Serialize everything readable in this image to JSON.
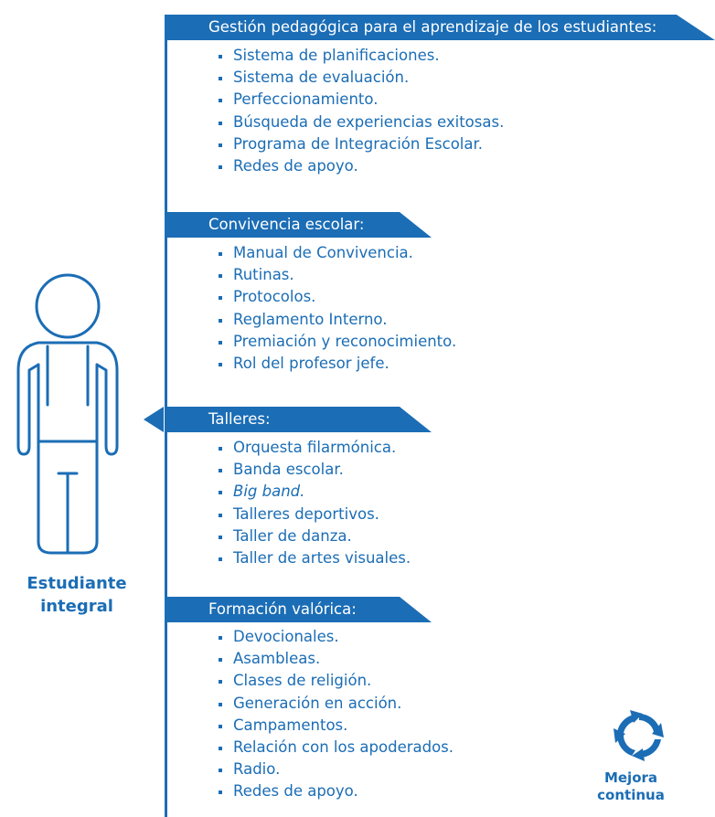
{
  "accent_color": "#1b6db5",
  "sections": [
    {
      "title": "Gestión pedagógica para el aprendizaje de los estudiantes:",
      "items": [
        "Sistema de planificaciones.",
        "Sistema de evaluación.",
        "Perfeccionamiento.",
        "Búsqueda de experiencias exitosas.",
        "Programa de Integración Escolar.",
        "Redes de apoyo."
      ]
    },
    {
      "title": "Convivencia escolar:",
      "items": [
        "Manual de Convivencia.",
        "Rutinas.",
        "Protocolos.",
        "Reglamento Interno.",
        "Premiación y reconocimiento.",
        "Rol del profesor jefe."
      ]
    },
    {
      "title": "Talleres:",
      "items": [
        "Orquesta filarmónica.",
        "Banda escolar.",
        "Big band.",
        "Talleres deportivos.",
        "Taller de danza.",
        "Taller de artes visuales."
      ]
    },
    {
      "title": "Formación valórica:",
      "items": [
        "Devocionales.",
        "Asambleas.",
        "Clases de religión.",
        "Generación en acción.",
        "Campamentos.",
        "Relación con los apoderados.",
        "Radio.",
        "Redes de apoyo."
      ]
    }
  ],
  "student": {
    "line1": "Estudiante",
    "line2": "integral",
    "icon": "student-icon"
  },
  "improvement": {
    "line1": "Mejora",
    "line2": "continua",
    "icon": "cycle-arrows-icon"
  }
}
